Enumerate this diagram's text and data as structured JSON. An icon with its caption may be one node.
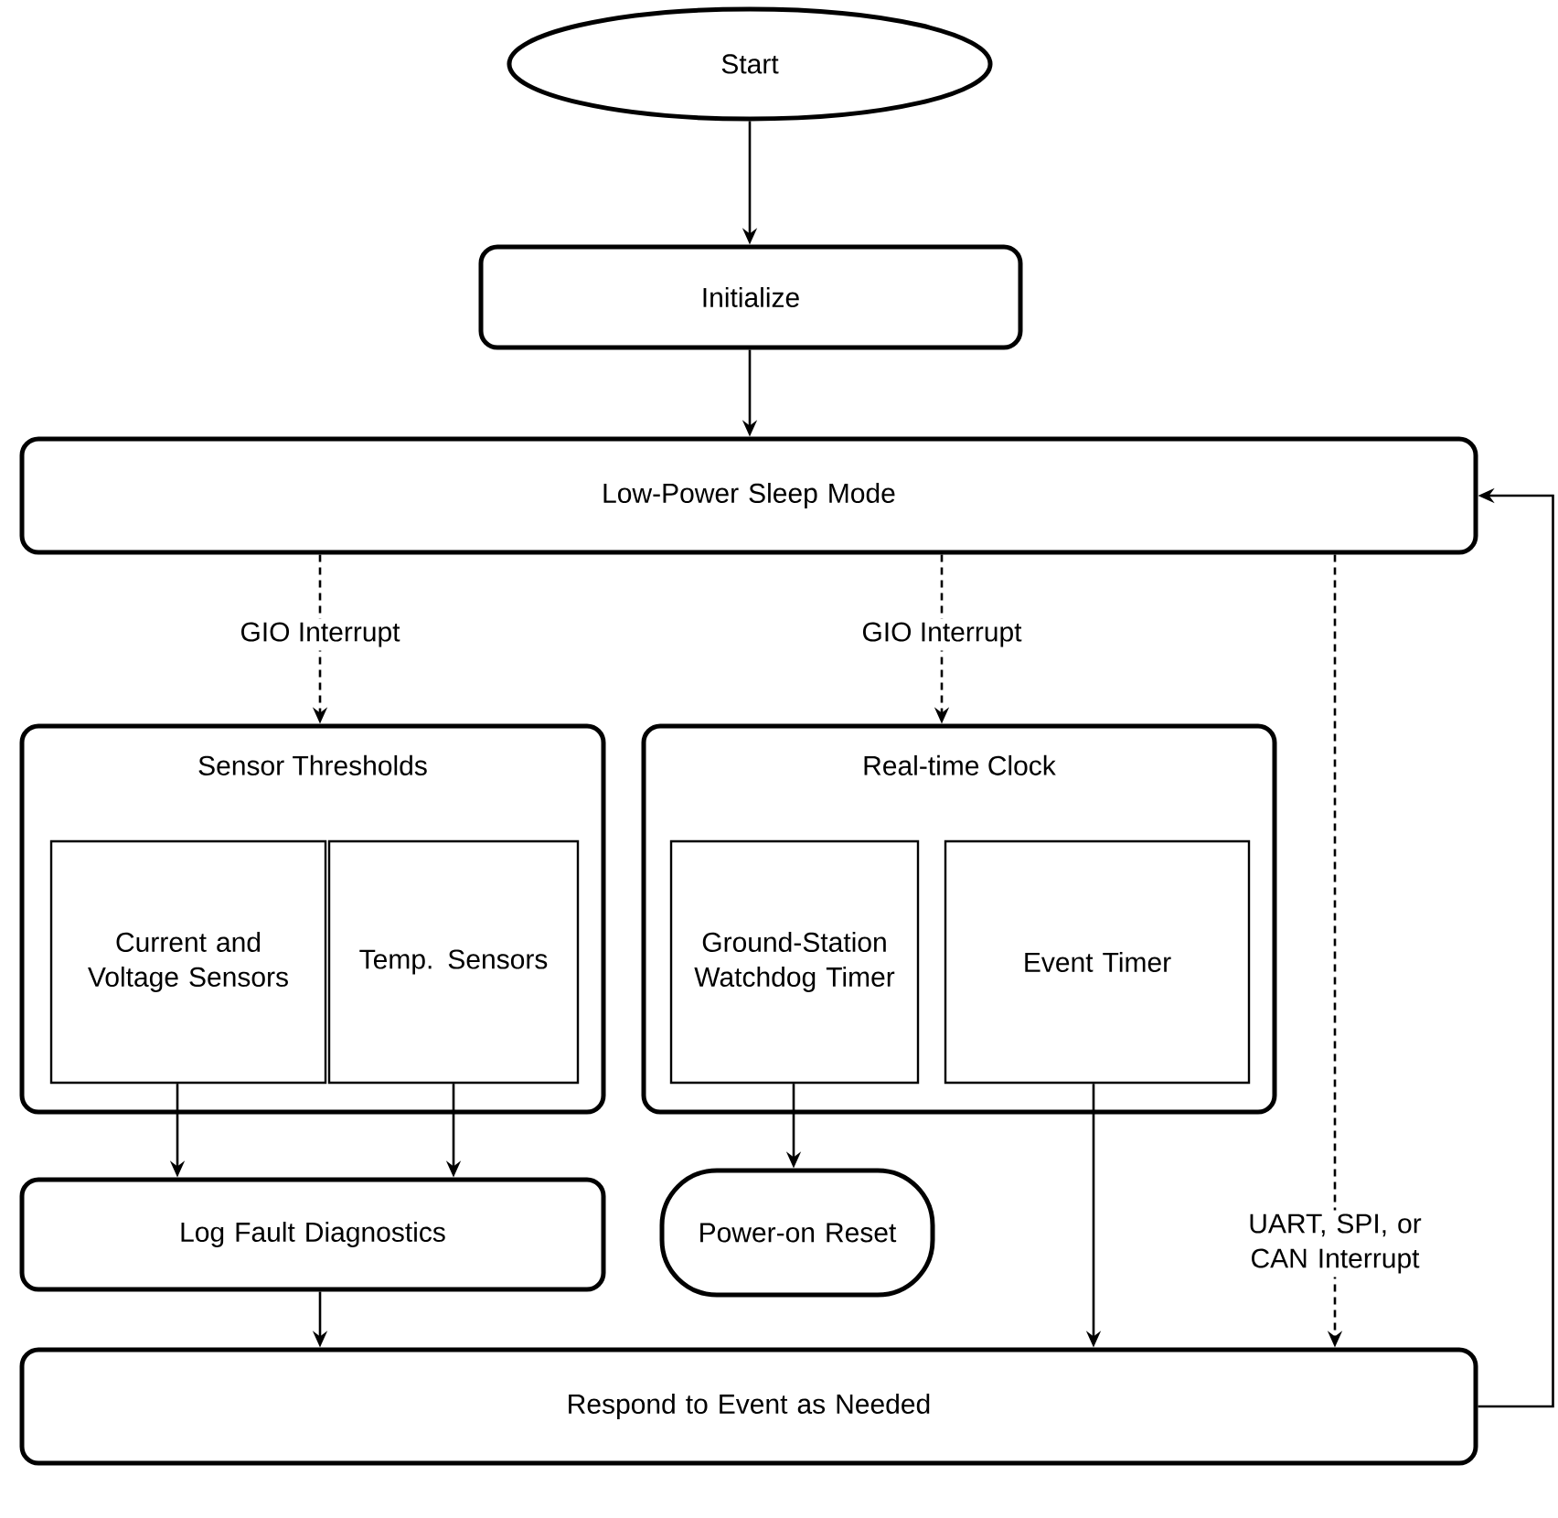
{
  "diagram": {
    "nodes": [
      {
        "text": [
          "Start"
        ]
      },
      {
        "text": [
          "Initialize"
        ]
      },
      {
        "text": [
          "Low-Power Sleep Mode"
        ]
      },
      {
        "text": [
          "Sensor Thresholds"
        ]
      },
      {
        "text": [
          "Current and Voltage Sensors"
        ],
        "in": 3
      },
      {
        "text": [
          "Temp. Sensors"
        ],
        "in": 3
      },
      {
        "text": [
          "Real-time Clock"
        ]
      },
      {
        "text": [
          "Ground-Station Watchdog Timer"
        ],
        "in": 6
      },
      {
        "text": [
          "Event Timer"
        ],
        "in": 6
      },
      {
        "text": [
          "Log Fault Diagnostics"
        ]
      },
      {
        "text": [
          "Power-on Reset"
        ]
      },
      {
        "text": [
          "Respond to Event as Needed"
        ]
      }
    ],
    "edges": [
      {
        "from": 0,
        "to": 1,
        "arrow": "to"
      },
      {
        "from": 1,
        "to": 2,
        "arrow": "to"
      },
      {
        "from": 2,
        "to": 3,
        "arrow": "to",
        "label": "GIO Interrupt",
        "style": "dashed"
      },
      {
        "from": 2,
        "to": 6,
        "arrow": "to",
        "label": "GIO Interrupt",
        "style": "dashed"
      },
      {
        "from": 2,
        "to": 11,
        "arrow": "to",
        "label": "UART, SPI, or CAN Interrupt",
        "style": "dashed"
      },
      {
        "from": 4,
        "to": 9,
        "arrow": "to"
      },
      {
        "from": 5,
        "to": 9,
        "arrow": "to"
      },
      {
        "from": 7,
        "to": 10,
        "arrow": "to"
      },
      {
        "from": 8,
        "to": 11,
        "arrow": "to"
      },
      {
        "from": 9,
        "to": 11,
        "arrow": "to"
      },
      {
        "from": 11,
        "to": 2,
        "arrow": "to"
      }
    ]
  }
}
